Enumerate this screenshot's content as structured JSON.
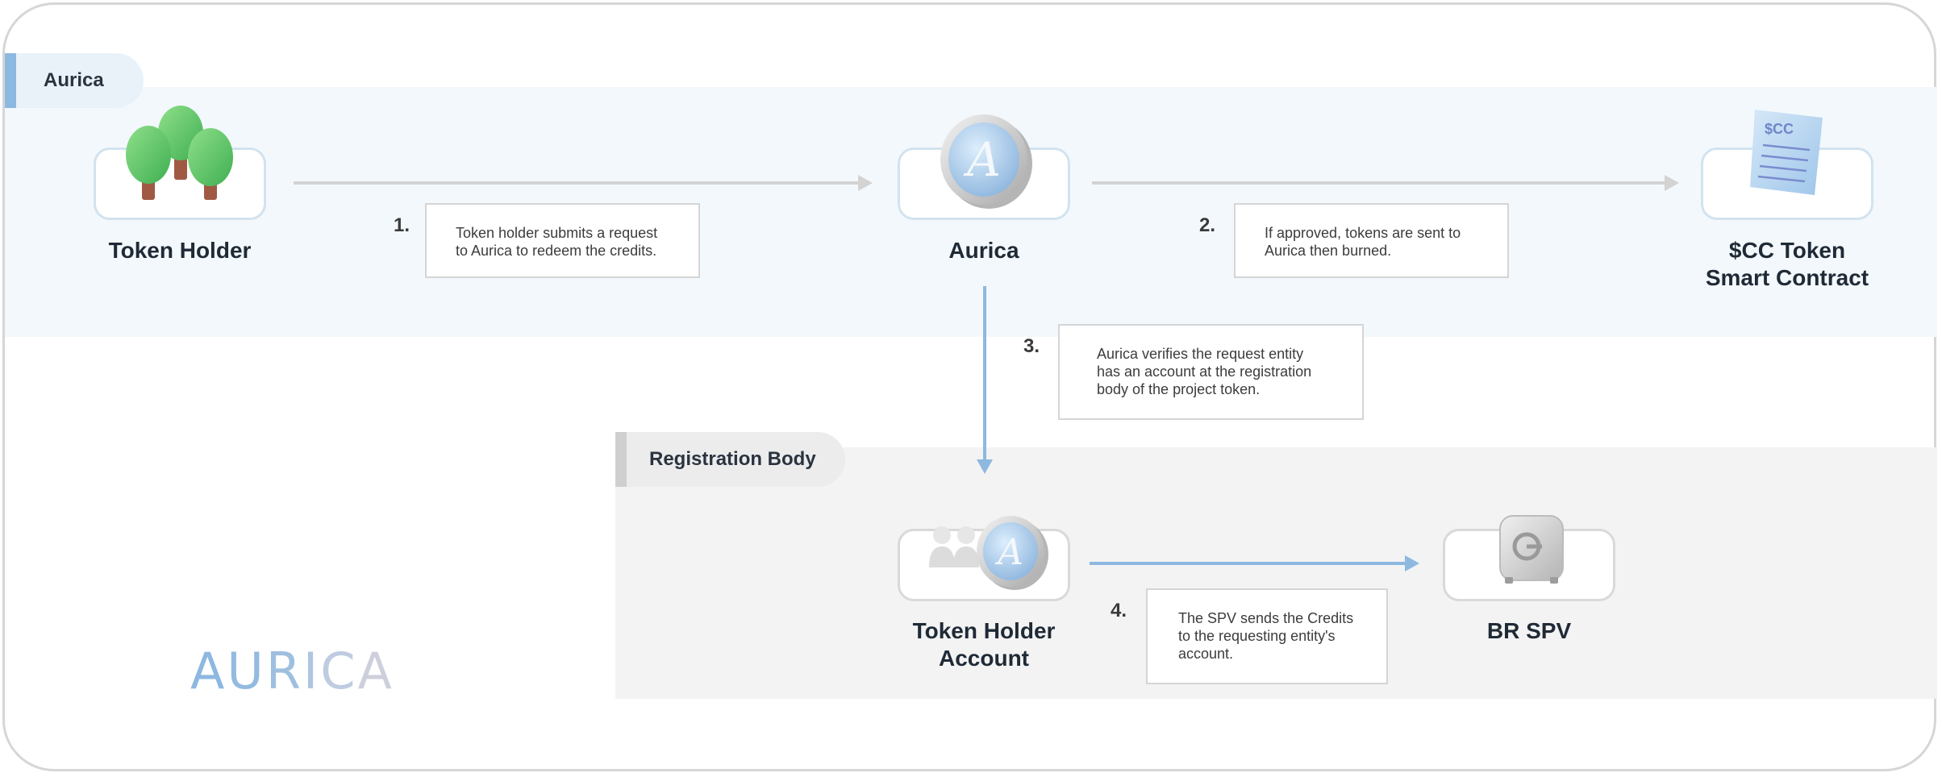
{
  "lanes": {
    "aurica": "Aurica",
    "registration": "Registration Body"
  },
  "nodes": {
    "token_holder": "Token Holder",
    "aurica": "Aurica",
    "smart_contract_line1": "$CC Token",
    "smart_contract_line2": "Smart Contract",
    "token_holder_account_line1": "Token Holder",
    "token_holder_account_line2": "Account",
    "br_spv": "BR SPV"
  },
  "steps": [
    {
      "num": "1.",
      "line1": "Token holder submits a request",
      "line2": "to Aurica to redeem the credits."
    },
    {
      "num": "2.",
      "line1": "If approved, tokens are sent to",
      "line2": "Aurica then burned."
    },
    {
      "num": "3.",
      "line1": "Aurica verifies the request entity",
      "line2": "has an account at the registration",
      "line3": "body of the project token."
    },
    {
      "num": "4.",
      "line1": "The SPV sends the Credits",
      "line2": "to the requesting entity's",
      "line3": "account."
    }
  ],
  "icons": {
    "token_holder": "trees-icon",
    "aurica": "aurica-coin-icon",
    "smart_contract": "contract-document-icon",
    "contract_label": "$CC",
    "token_holder_account": "users-coin-icon",
    "br_spv": "safe-icon",
    "coin_letter": "A"
  },
  "logo": "AURICA",
  "colors": {
    "aurica_band": "#f3f8fc",
    "registration_band": "#f3f3f3",
    "grey_arrow": "#d3d3d3",
    "blue_arrow": "#8db8e0"
  }
}
